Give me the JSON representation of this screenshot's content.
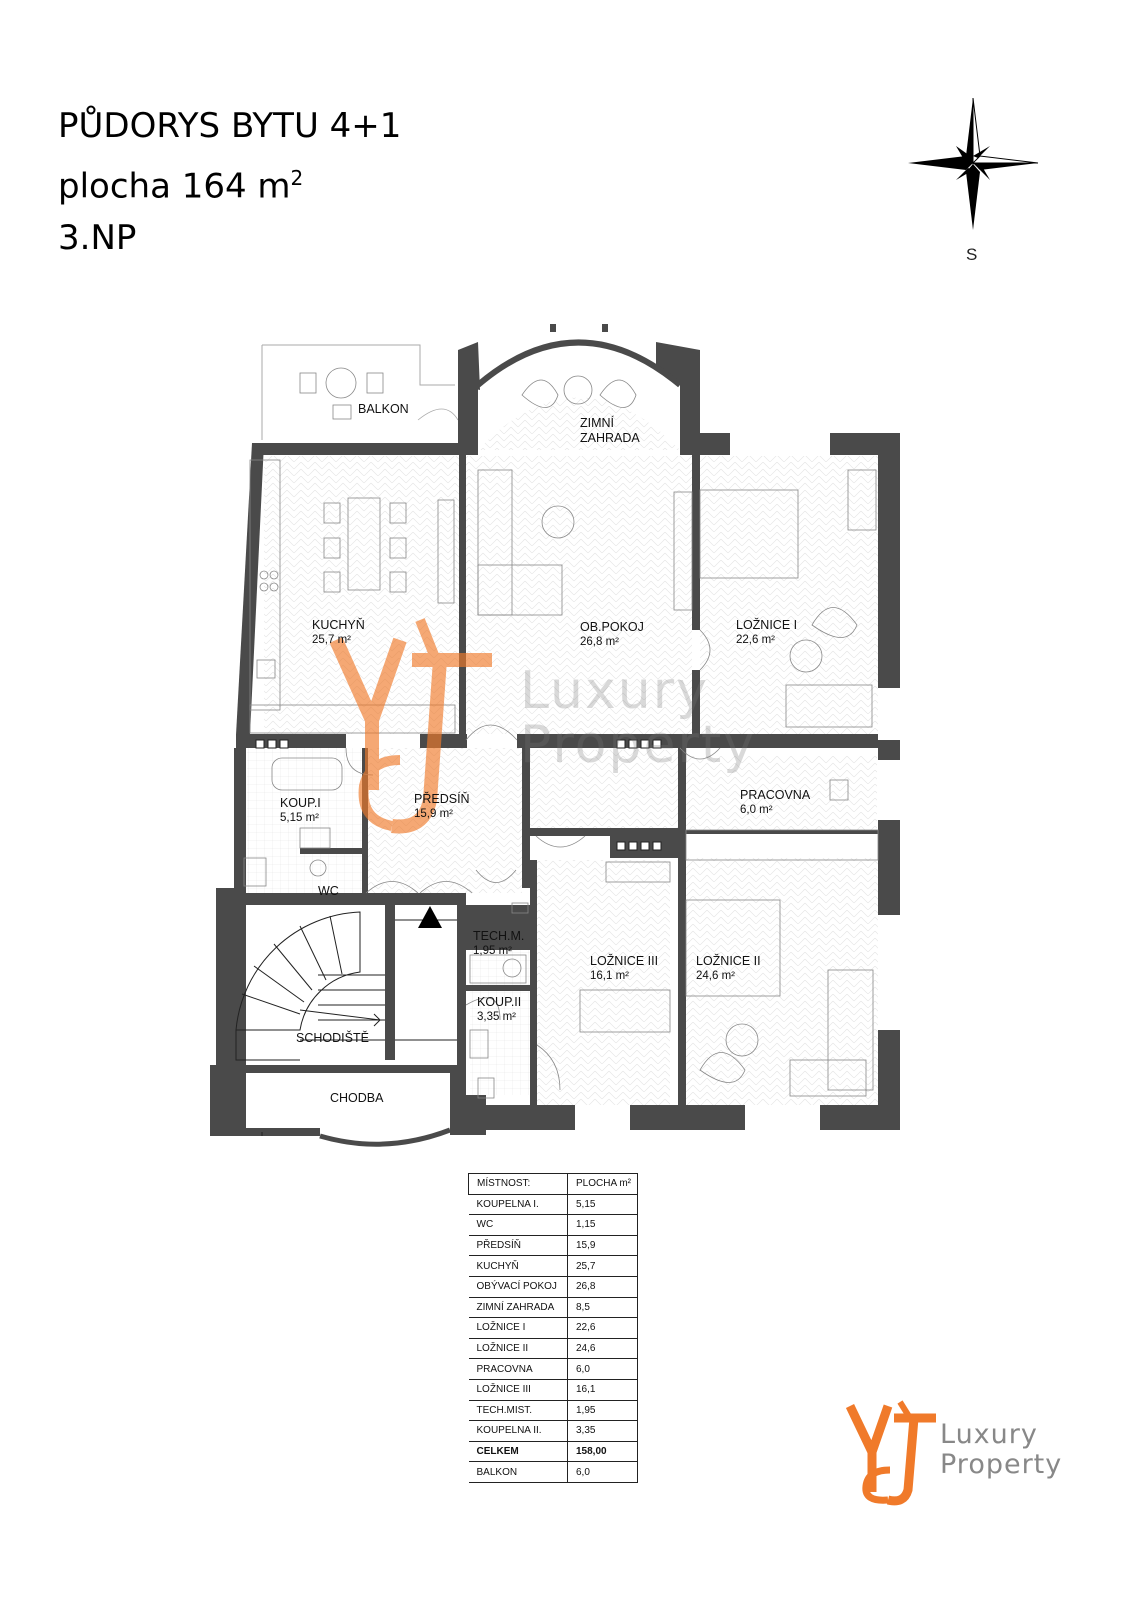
{
  "header": {
    "line1": "PŮDORYS BYTU 4+1",
    "line2_prefix": "plocha 164 m",
    "line2_sup": "2",
    "line3": "3.NP"
  },
  "compass": {
    "label": "S"
  },
  "rooms": {
    "balkon": "BALKON",
    "zimni": "ZIMNÍ",
    "zahrada": "ZAHRADA",
    "kuchyn": "KUCHYŇ",
    "kuchyn_area": "25,7 m²",
    "obpokoj": "OB.POKOJ",
    "obpokoj_area": "26,8 m²",
    "loznice1": "LOŽNICE I",
    "loznice1_area": "22,6 m²",
    "koup1": "KOUP.I",
    "koup1_area": "5,15 m²",
    "predsin": "PŘEDSÍŇ",
    "predsin_area": "15,9 m²",
    "pracovna": "PRACOVNA",
    "pracovna_area": "6,0 m²",
    "wc": "WC",
    "techm": "TECH.M.",
    "techm_area": "1,95 m²",
    "loznice3": "LOŽNICE III",
    "loznice3_area": "16,1 m²",
    "loznice2": "LOŽNICE II",
    "loznice2_area": "24,6 m²",
    "koup2": "KOUP.II",
    "koup2_area": "3,35 m²",
    "schodiste": "SCHODIŠTĚ",
    "chodba": "CHODBA"
  },
  "table": {
    "head": [
      "MÍSTNOST:",
      "PLOCHA m²"
    ],
    "rows": [
      [
        "KOUPELNA I.",
        "5,15"
      ],
      [
        "WC",
        "1,15"
      ],
      [
        "PŘEDSÍŇ",
        "15,9"
      ],
      [
        "KUCHYŇ",
        "25,7"
      ],
      [
        "OBÝVACÍ POKOJ",
        "26,8"
      ],
      [
        "ZIMNÍ ZAHRADA",
        "8,5"
      ],
      [
        "LOŽNICE I",
        "22,6"
      ],
      [
        "LOŽNICE II",
        "24,6"
      ],
      [
        "PRACOVNA",
        "6,0"
      ],
      [
        "LOŽNICE III",
        "16,1"
      ],
      [
        "TECH.MIST.",
        "1,95"
      ],
      [
        "KOUPELNA II.",
        "3,35"
      ],
      [
        "CELKEM",
        "158,00"
      ],
      [
        "BALKON",
        "6,0"
      ]
    ]
  },
  "logo": {
    "line1": "Luxury",
    "line2": "Property"
  },
  "watermark": {
    "line1": "Luxury",
    "line2": "Property"
  },
  "colors": {
    "wall": "#4a4a4a",
    "accent": "#f07a2a"
  }
}
